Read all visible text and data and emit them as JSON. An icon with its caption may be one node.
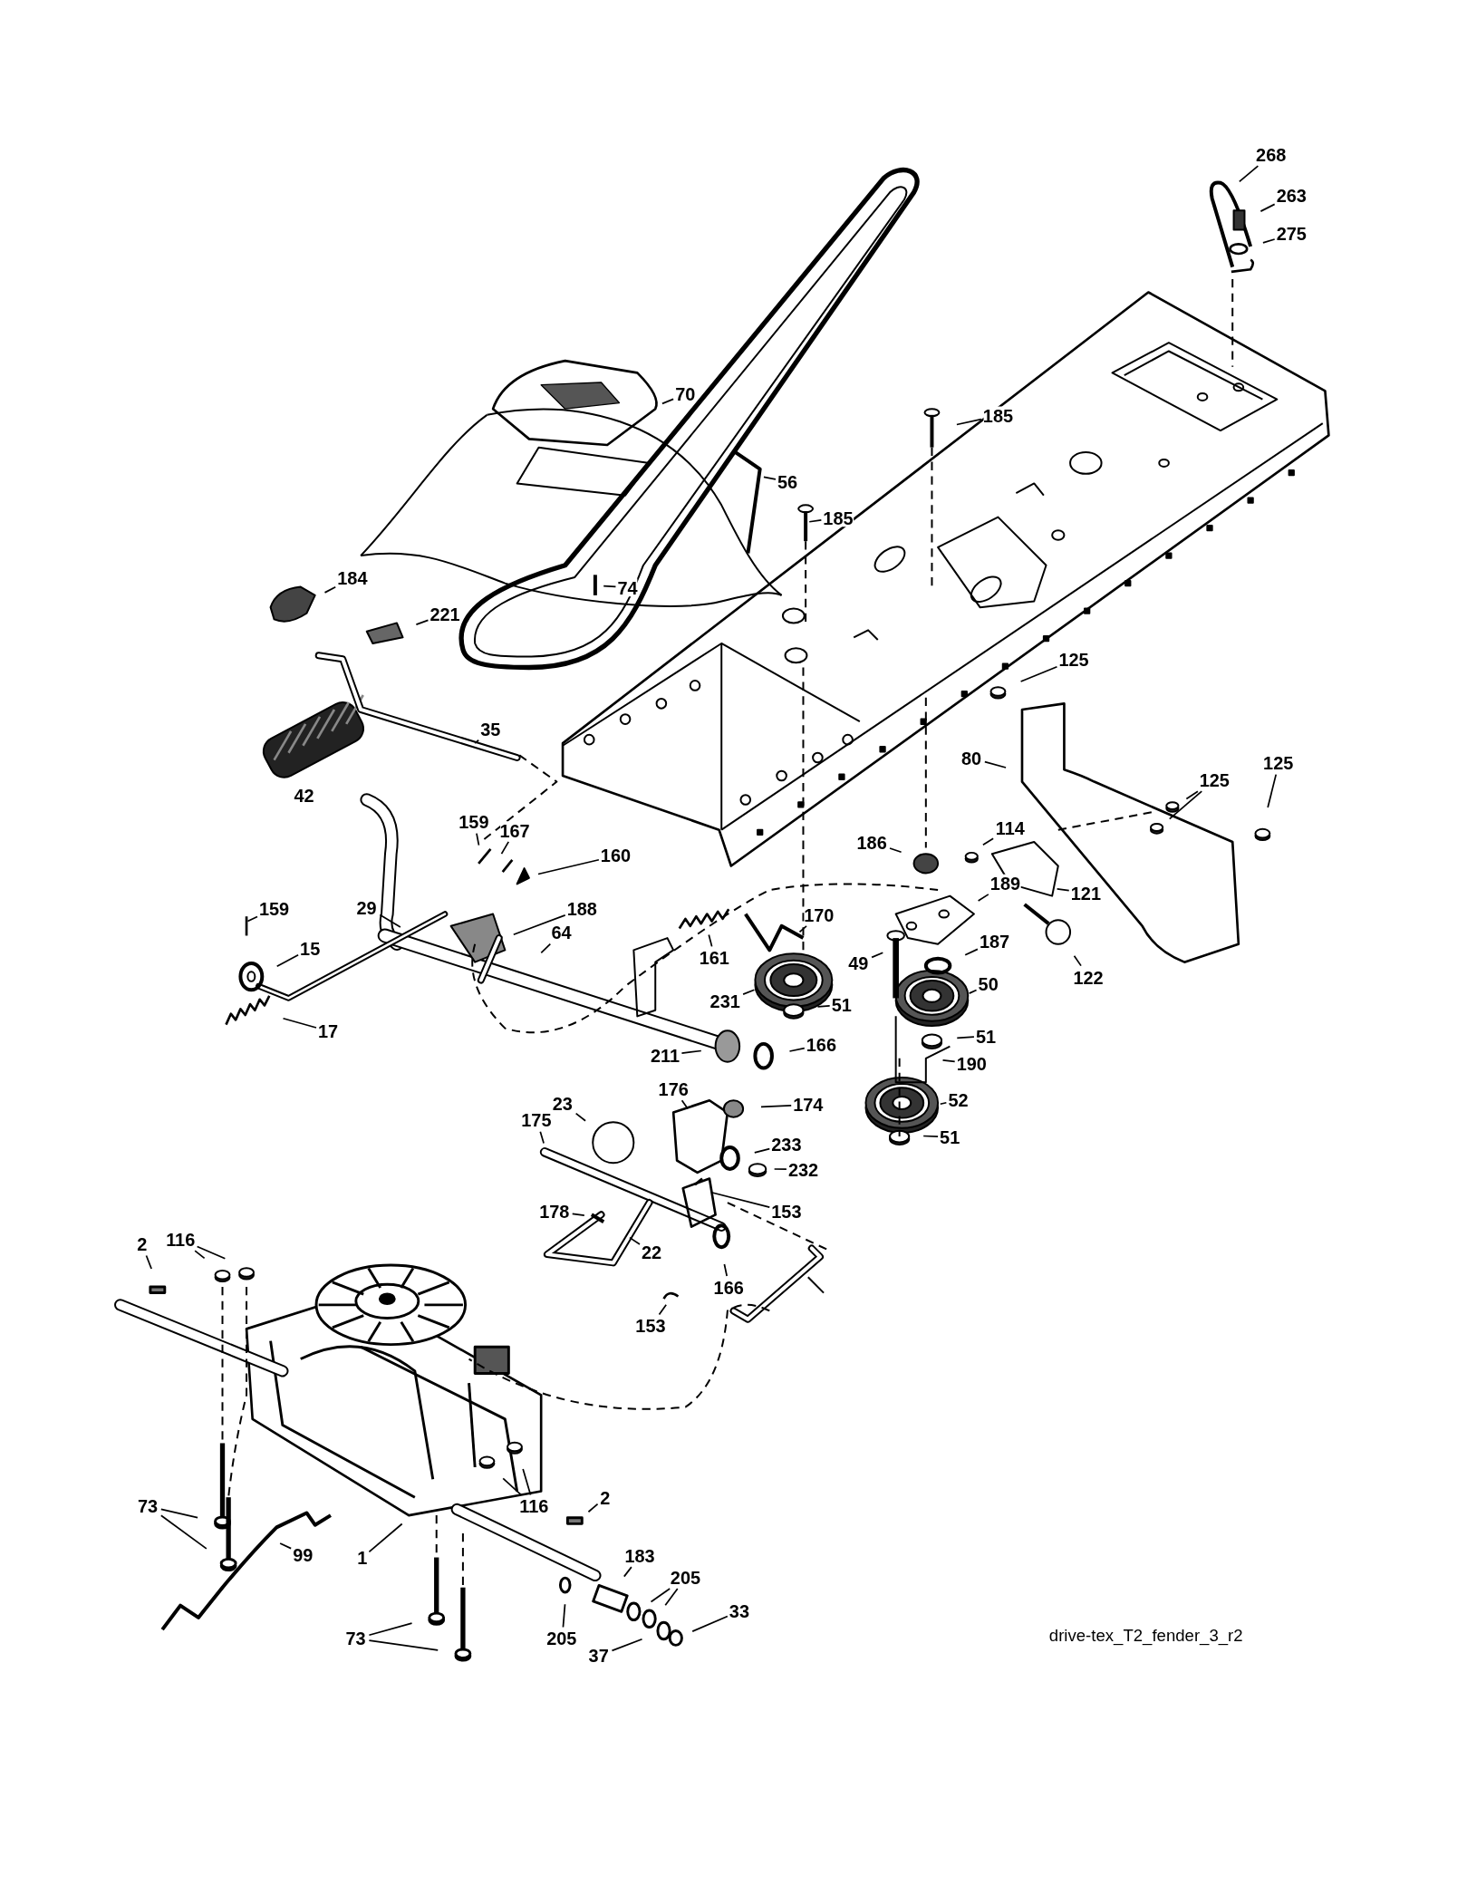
{
  "diagram": {
    "nodes": [
      {
        "text": [
          "268"
        ]
      },
      {
        "text": [
          "263"
        ]
      },
      {
        "text": [
          "275"
        ]
      },
      {
        "text": [
          "70"
        ]
      },
      {
        "text": [
          "185"
        ]
      },
      {
        "text": [
          "56"
        ]
      },
      {
        "text": [
          "185"
        ]
      },
      {
        "text": [
          "74"
        ]
      },
      {
        "text": [
          "184"
        ]
      },
      {
        "text": [
          "221"
        ]
      },
      {
        "text": [
          "125"
        ]
      },
      {
        "text": [
          "35"
        ]
      },
      {
        "text": [
          "80"
        ]
      },
      {
        "text": [
          "125"
        ]
      },
      {
        "text": [
          "125"
        ]
      },
      {
        "text": [
          "114"
        ]
      },
      {
        "text": [
          "159"
        ]
      },
      {
        "text": [
          "167"
        ]
      },
      {
        "text": [
          "160"
        ]
      },
      {
        "text": [
          "186"
        ]
      },
      {
        "text": [
          "189"
        ]
      },
      {
        "text": [
          "121"
        ]
      },
      {
        "text": [
          "159"
        ]
      },
      {
        "text": [
          "29"
        ]
      },
      {
        "text": [
          "188"
        ]
      },
      {
        "text": [
          "64"
        ]
      },
      {
        "text": [
          "170"
        ]
      },
      {
        "text": [
          "49"
        ]
      },
      {
        "text": [
          "187"
        ]
      },
      {
        "text": [
          "122"
        ]
      },
      {
        "text": [
          "15"
        ]
      },
      {
        "text": [
          "161"
        ]
      },
      {
        "text": [
          "231"
        ]
      },
      {
        "text": [
          "51"
        ]
      },
      {
        "text": [
          "50"
        ]
      },
      {
        "text": [
          "17"
        ]
      },
      {
        "text": [
          "51"
        ]
      },
      {
        "text": [
          "190"
        ]
      },
      {
        "text": [
          "211"
        ]
      },
      {
        "text": [
          "166"
        ]
      },
      {
        "text": [
          "52"
        ]
      },
      {
        "text": [
          "51"
        ]
      },
      {
        "text": [
          "176"
        ]
      },
      {
        "text": [
          "174"
        ]
      },
      {
        "text": [
          "175"
        ]
      },
      {
        "text": [
          "23"
        ]
      },
      {
        "text": [
          "233"
        ]
      },
      {
        "text": [
          "232"
        ]
      },
      {
        "text": [
          "153"
        ]
      },
      {
        "text": [
          "178"
        ]
      },
      {
        "text": [
          "22"
        ]
      },
      {
        "text": [
          "166"
        ]
      },
      {
        "text": [
          "2"
        ]
      },
      {
        "text": [
          "116"
        ]
      },
      {
        "text": [
          "153"
        ]
      },
      {
        "text": [
          "116"
        ]
      },
      {
        "text": [
          "2"
        ]
      },
      {
        "text": [
          "73"
        ]
      },
      {
        "text": [
          "1"
        ]
      },
      {
        "text": [
          "99"
        ]
      },
      {
        "text": [
          "183"
        ]
      },
      {
        "text": [
          "205"
        ]
      },
      {
        "text": [
          "205"
        ]
      },
      {
        "text": [
          "73"
        ]
      },
      {
        "text": [
          "37"
        ]
      },
      {
        "text": [
          "33"
        ]
      }
    ],
    "edges": [
      {
        "from": 0,
        "to": null,
        "arrow": "none"
      },
      {
        "from": 1,
        "to": null,
        "arrow": "none"
      },
      {
        "from": 2,
        "to": null,
        "arrow": "none"
      },
      {
        "from": 3,
        "to": null,
        "arrow": "none"
      },
      {
        "from": 4,
        "to": null,
        "arrow": "none"
      },
      {
        "from": 5,
        "to": null,
        "arrow": "none"
      },
      {
        "from": 6,
        "to": null,
        "arrow": "none"
      },
      {
        "from": 7,
        "to": null,
        "arrow": "none"
      },
      {
        "from": 8,
        "to": null,
        "arrow": "none"
      },
      {
        "from": 9,
        "to": null,
        "arrow": "none"
      },
      {
        "from": 10,
        "to": null,
        "arrow": "none"
      },
      {
        "from": 11,
        "to": null,
        "arrow": "none"
      },
      {
        "from": 12,
        "to": null,
        "arrow": "none"
      },
      {
        "from": 13,
        "to": null,
        "arrow": "none"
      },
      {
        "from": 13,
        "to": null,
        "arrow": "none"
      },
      {
        "from": 14,
        "to": null,
        "arrow": "none"
      },
      {
        "from": 15,
        "to": null,
        "arrow": "none"
      },
      {
        "from": 16,
        "to": null,
        "arrow": "none"
      },
      {
        "from": 17,
        "to": null,
        "arrow": "none"
      },
      {
        "from": 18,
        "to": null,
        "arrow": "none"
      },
      {
        "from": 19,
        "to": null,
        "arrow": "none"
      },
      {
        "from": 20,
        "to": null,
        "arrow": "none"
      },
      {
        "from": 21,
        "to": null,
        "arrow": "none"
      },
      {
        "from": 22,
        "to": null,
        "arrow": "none"
      },
      {
        "from": 23,
        "to": null,
        "arrow": "none"
      },
      {
        "from": 24,
        "to": null,
        "arrow": "none"
      },
      {
        "from": 25,
        "to": null,
        "arrow": "none"
      },
      {
        "from": 26,
        "to": null,
        "arrow": "none"
      },
      {
        "from": 27,
        "to": null,
        "arrow": "none"
      },
      {
        "from": 28,
        "to": null,
        "arrow": "none"
      },
      {
        "from": 29,
        "to": null,
        "arrow": "none"
      },
      {
        "from": 30,
        "to": null,
        "arrow": "none"
      },
      {
        "from": 31,
        "to": null,
        "arrow": "none"
      },
      {
        "from": 32,
        "to": null,
        "arrow": "none"
      },
      {
        "from": 33,
        "to": null,
        "arrow": "none"
      },
      {
        "from": 34,
        "to": null,
        "arrow": "none"
      },
      {
        "from": 35,
        "to": null,
        "arrow": "none"
      },
      {
        "from": 36,
        "to": null,
        "arrow": "none"
      },
      {
        "from": 37,
        "to": null,
        "arrow": "none"
      },
      {
        "from": 38,
        "to": null,
        "arrow": "none"
      },
      {
        "from": 39,
        "to": null,
        "arrow": "none"
      },
      {
        "from": 40,
        "to": null,
        "arrow": "none"
      },
      {
        "from": 41,
        "to": null,
        "arrow": "none"
      },
      {
        "from": 42,
        "to": null,
        "arrow": "none"
      },
      {
        "from": 43,
        "to": null,
        "arrow": "none"
      },
      {
        "from": 44,
        "to": null,
        "arrow": "none"
      },
      {
        "from": 45,
        "to": null,
        "arrow": "none"
      },
      {
        "from": 46,
        "to": null,
        "arrow": "none"
      },
      {
        "from": 47,
        "to": null,
        "arrow": "none"
      },
      {
        "from": 48,
        "to": null,
        "arrow": "none"
      },
      {
        "from": 49,
        "to": null,
        "arrow": "none"
      },
      {
        "from": 50,
        "to": null,
        "arrow": "none"
      },
      {
        "from": 51,
        "to": null,
        "arrow": "none"
      },
      {
        "from": 52,
        "to": null,
        "arrow": "none"
      },
      {
        "from": 53,
        "to": null,
        "arrow": "none"
      },
      {
        "from": 53,
        "to": null,
        "arrow": "none"
      },
      {
        "from": 54,
        "to": null,
        "arrow": "none"
      },
      {
        "from": 55,
        "to": null,
        "arrow": "none"
      },
      {
        "from": 55,
        "to": null,
        "arrow": "none"
      },
      {
        "from": 56,
        "to": null,
        "arrow": "none"
      },
      {
        "from": 57,
        "to": null,
        "arrow": "none"
      },
      {
        "from": 57,
        "to": null,
        "arrow": "none"
      },
      {
        "from": 58,
        "to": null,
        "arrow": "none"
      },
      {
        "from": 59,
        "to": null,
        "arrow": "none"
      },
      {
        "from": 60,
        "to": null,
        "arrow": "none"
      },
      {
        "from": 61,
        "to": null,
        "arrow": "none"
      },
      {
        "from": 61,
        "to": null,
        "arrow": "none"
      },
      {
        "from": 62,
        "to": null,
        "arrow": "none"
      },
      {
        "from": 63,
        "to": null,
        "arrow": "none"
      },
      {
        "from": 63,
        "to": null,
        "arrow": "none"
      },
      {
        "from": 64,
        "to": null,
        "arrow": "none"
      },
      {
        "from": 65,
        "to": null,
        "arrow": "none"
      }
    ],
    "labels": [
      "42",
      "drive-tex_T2_fender_3_r2"
    ]
  }
}
